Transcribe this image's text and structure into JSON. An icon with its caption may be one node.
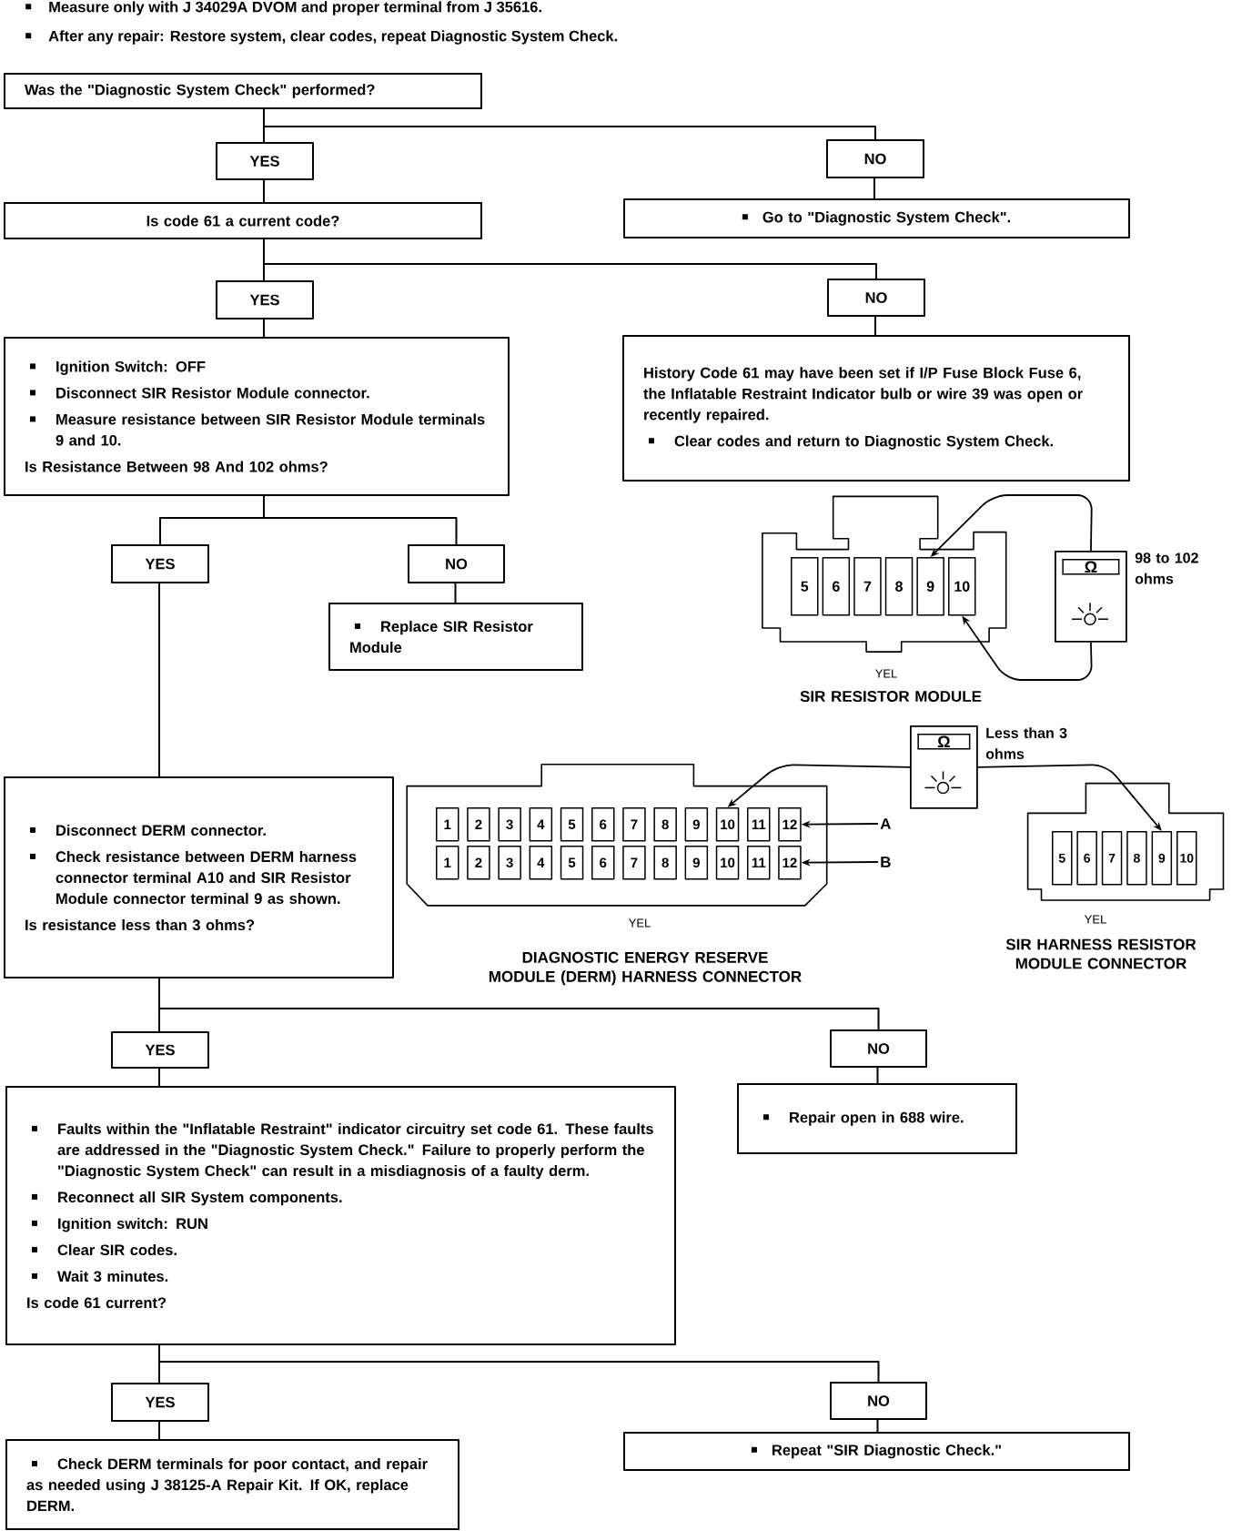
{
  "diagram": {
    "nodes": [
      {
        "text": [
          "Was the \"Diagnostic System Check\" performed?"
        ]
      },
      {
        "text": [
          "YES"
        ]
      },
      {
        "text": [
          "NO"
        ]
      },
      {
        "text": [
          "Is code 61 a current code?"
        ]
      },
      {
        "text": [
          "Go to \"Diagnostic System Check\"."
        ]
      },
      {
        "text": [
          "YES"
        ]
      },
      {
        "text": [
          "NO"
        ]
      },
      {
        "text": [
          "Ignition Switch: OFF",
          "Disconnect SIR Resistor Module connector.",
          "Measure resistance between SIR Resistor Module terminals 9 and 10.",
          "Is Resistance Between 98 And 102 ohms?"
        ]
      },
      {
        "text": [
          "History Code 61 may have been set if I/P Fuse Block Fuse 6, the Inflatable Restraint Indicator bulb or wire 39 was open or recently repaired.",
          "Clear codes and return to Diagnostic System Check."
        ]
      },
      {
        "text": [
          "YES"
        ]
      },
      {
        "text": [
          "NO"
        ]
      },
      {
        "text": [
          "Replace SIR Resistor Module"
        ]
      },
      {
        "text": [
          "Disconnect DERM connector.",
          "Check resistance between DERM harness connector terminal A10 and SIR Resistor Module connector terminal 9 as shown.",
          "Is resistance less than 3 ohms?"
        ]
      },
      {
        "text": [
          "YES"
        ]
      },
      {
        "text": [
          "NO"
        ]
      },
      {
        "text": [
          "Faults within the \"Inflatable Restraint\" indicator circuitry set code 61. These faults are addressed in the \"Diagnostic System Check.\" Failure to properly perform the \"Diagnostic System Check\" can result in a misdiagnosis of a faulty derm.",
          "Reconnect all SIR System components.",
          "Ignition switch: RUN",
          "Clear SIR codes.",
          "Wait 3 minutes.",
          "Is code 61 current?"
        ]
      },
      {
        "text": [
          "Repair open in 688 wire."
        ]
      },
      {
        "text": [
          "YES"
        ]
      },
      {
        "text": [
          "NO"
        ]
      },
      {
        "text": [
          "Check DERM terminals for poor contact, and repair as needed using J 38125-A Repair Kit. If OK, replace DERM."
        ]
      },
      {
        "text": [
          "Repeat \"SIR Diagnostic Check.\""
        ]
      },
      {
        "text": [
          "5"
        ]
      },
      {
        "text": [
          "6"
        ]
      },
      {
        "text": [
          "7"
        ]
      },
      {
        "text": [
          "8"
        ]
      },
      {
        "text": [
          "9"
        ]
      },
      {
        "text": [
          "10"
        ]
      },
      {
        "text": [
          "Ω"
        ],
        "beside": [
          "98 to 102 ohms"
        ]
      },
      {
        "text": [
          "Ω"
        ],
        "beside": [
          "Less than 3 ohms"
        ]
      },
      {
        "text": [
          "1"
        ]
      },
      {
        "text": [
          "2"
        ]
      },
      {
        "text": [
          "3"
        ]
      },
      {
        "text": [
          "4"
        ]
      },
      {
        "text": [
          "5"
        ]
      },
      {
        "text": [
          "6"
        ]
      },
      {
        "text": [
          "7"
        ]
      },
      {
        "text": [
          "8"
        ]
      },
      {
        "text": [
          "9"
        ]
      },
      {
        "text": [
          "10"
        ]
      },
      {
        "text": [
          "11"
        ]
      },
      {
        "text": [
          "12"
        ]
      },
      {
        "text": [
          "1"
        ]
      },
      {
        "text": [
          "2"
        ]
      },
      {
        "text": [
          "3"
        ]
      },
      {
        "text": [
          "4"
        ]
      },
      {
        "text": [
          "5"
        ]
      },
      {
        "text": [
          "6"
        ]
      },
      {
        "text": [
          "7"
        ]
      },
      {
        "text": [
          "8"
        ]
      },
      {
        "text": [
          "9"
        ]
      },
      {
        "text": [
          "10"
        ]
      },
      {
        "text": [
          "11"
        ]
      },
      {
        "text": [
          "12"
        ]
      },
      {
        "text": [
          "A"
        ]
      },
      {
        "text": [
          "B"
        ]
      },
      {
        "text": [
          "5"
        ]
      },
      {
        "text": [
          "6"
        ]
      },
      {
        "text": [
          "7"
        ]
      },
      {
        "text": [
          "8"
        ]
      },
      {
        "text": [
          "9"
        ]
      },
      {
        "text": [
          "10"
        ]
      }
    ],
    "edges": [
      {
        "from": 0,
        "to": 1,
        "arrow": "none"
      },
      {
        "from": 0,
        "to": 2,
        "arrow": "none"
      },
      {
        "from": 1,
        "to": 3,
        "arrow": "none"
      },
      {
        "from": 2,
        "to": 4,
        "arrow": "none"
      },
      {
        "from": 3,
        "to": 5,
        "arrow": "none"
      },
      {
        "from": 3,
        "to": 6,
        "arrow": "none"
      },
      {
        "from": 5,
        "to": 7,
        "arrow": "none"
      },
      {
        "from": 6,
        "to": 8,
        "arrow": "none"
      },
      {
        "from": 7,
        "to": 9,
        "arrow": "none"
      },
      {
        "from": 7,
        "to": 10,
        "arrow": "none"
      },
      {
        "from": 10,
        "to": 11,
        "arrow": "none"
      },
      {
        "from": 9,
        "to": 12,
        "arrow": "none"
      },
      {
        "from": 12,
        "to": 13,
        "arrow": "none"
      },
      {
        "from": 12,
        "to": 14,
        "arrow": "none"
      },
      {
        "from": 13,
        "to": 15,
        "arrow": "none"
      },
      {
        "from": 14,
        "to": 16,
        "arrow": "none"
      },
      {
        "from": 15,
        "to": 17,
        "arrow": "none"
      },
      {
        "from": 15,
        "to": 18,
        "arrow": "none"
      },
      {
        "from": 17,
        "to": 19,
        "arrow": "none"
      },
      {
        "from": 18,
        "to": 20,
        "arrow": "none"
      },
      {
        "from": 27,
        "to": 25,
        "arrow": "to"
      },
      {
        "from": 27,
        "to": 26,
        "arrow": "to"
      },
      {
        "from": 28,
        "to": 38,
        "arrow": "to"
      },
      {
        "from": 28,
        "to": 59,
        "arrow": "to"
      },
      {
        "from": 53,
        "to": 40,
        "arrow": "to"
      },
      {
        "from": 54,
        "to": 52,
        "arrow": "to"
      }
    ],
    "labels": [
      "Measure only with J 34029A DVOM and proper terminal from J 35616.",
      "After any repair: Restore system, clear codes, repeat Diagnostic System Check.",
      "YEL",
      "SIR RESISTOR MODULE",
      "YEL",
      "DIAGNOSTIC ENERGY RESERVE MODULE (DERM) HARNESS CONNECTOR",
      "YEL",
      "SIR HARNESS RESISTOR MODULE CONNECTOR"
    ]
  }
}
